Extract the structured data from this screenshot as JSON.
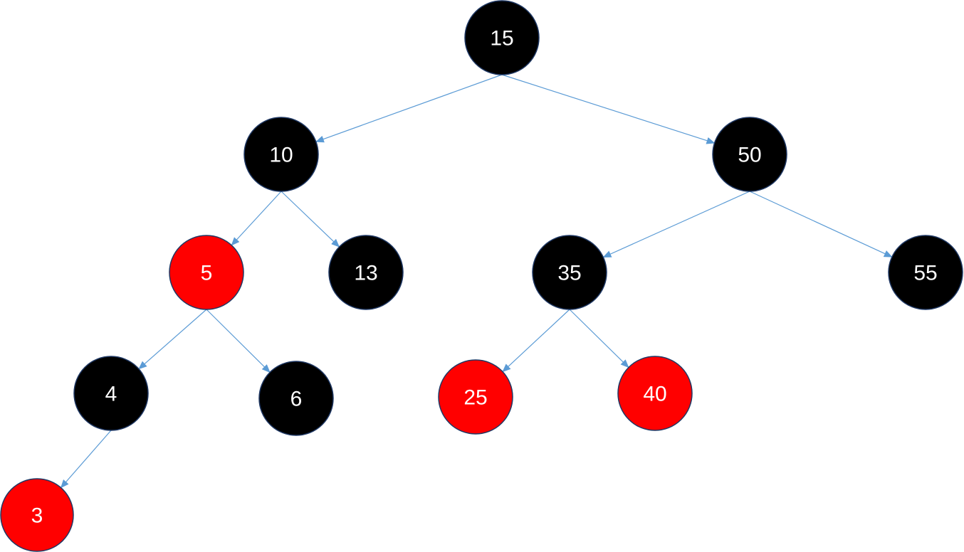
{
  "colors": {
    "black_node": "#000000",
    "red_node": "#ff0000",
    "edge": "#5b9bd5",
    "label": "#ffffff"
  },
  "tree": {
    "nodes": [
      {
        "id": "n15",
        "value": "15",
        "color": "black"
      },
      {
        "id": "n10",
        "value": "10",
        "color": "black"
      },
      {
        "id": "n50",
        "value": "50",
        "color": "black"
      },
      {
        "id": "n5",
        "value": "5",
        "color": "red"
      },
      {
        "id": "n13",
        "value": "13",
        "color": "black"
      },
      {
        "id": "n35",
        "value": "35",
        "color": "black"
      },
      {
        "id": "n55",
        "value": "55",
        "color": "black"
      },
      {
        "id": "n4",
        "value": "4",
        "color": "black"
      },
      {
        "id": "n6",
        "value": "6",
        "color": "black"
      },
      {
        "id": "n25",
        "value": "25",
        "color": "red"
      },
      {
        "id": "n40",
        "value": "40",
        "color": "red"
      },
      {
        "id": "n3",
        "value": "3",
        "color": "red"
      }
    ],
    "edges": [
      {
        "from": "n15",
        "to": "n10"
      },
      {
        "from": "n15",
        "to": "n50"
      },
      {
        "from": "n10",
        "to": "n5"
      },
      {
        "from": "n10",
        "to": "n13"
      },
      {
        "from": "n50",
        "to": "n35"
      },
      {
        "from": "n50",
        "to": "n55"
      },
      {
        "from": "n5",
        "to": "n4"
      },
      {
        "from": "n5",
        "to": "n6"
      },
      {
        "from": "n35",
        "to": "n25"
      },
      {
        "from": "n35",
        "to": "n40"
      },
      {
        "from": "n4",
        "to": "n3"
      }
    ]
  }
}
